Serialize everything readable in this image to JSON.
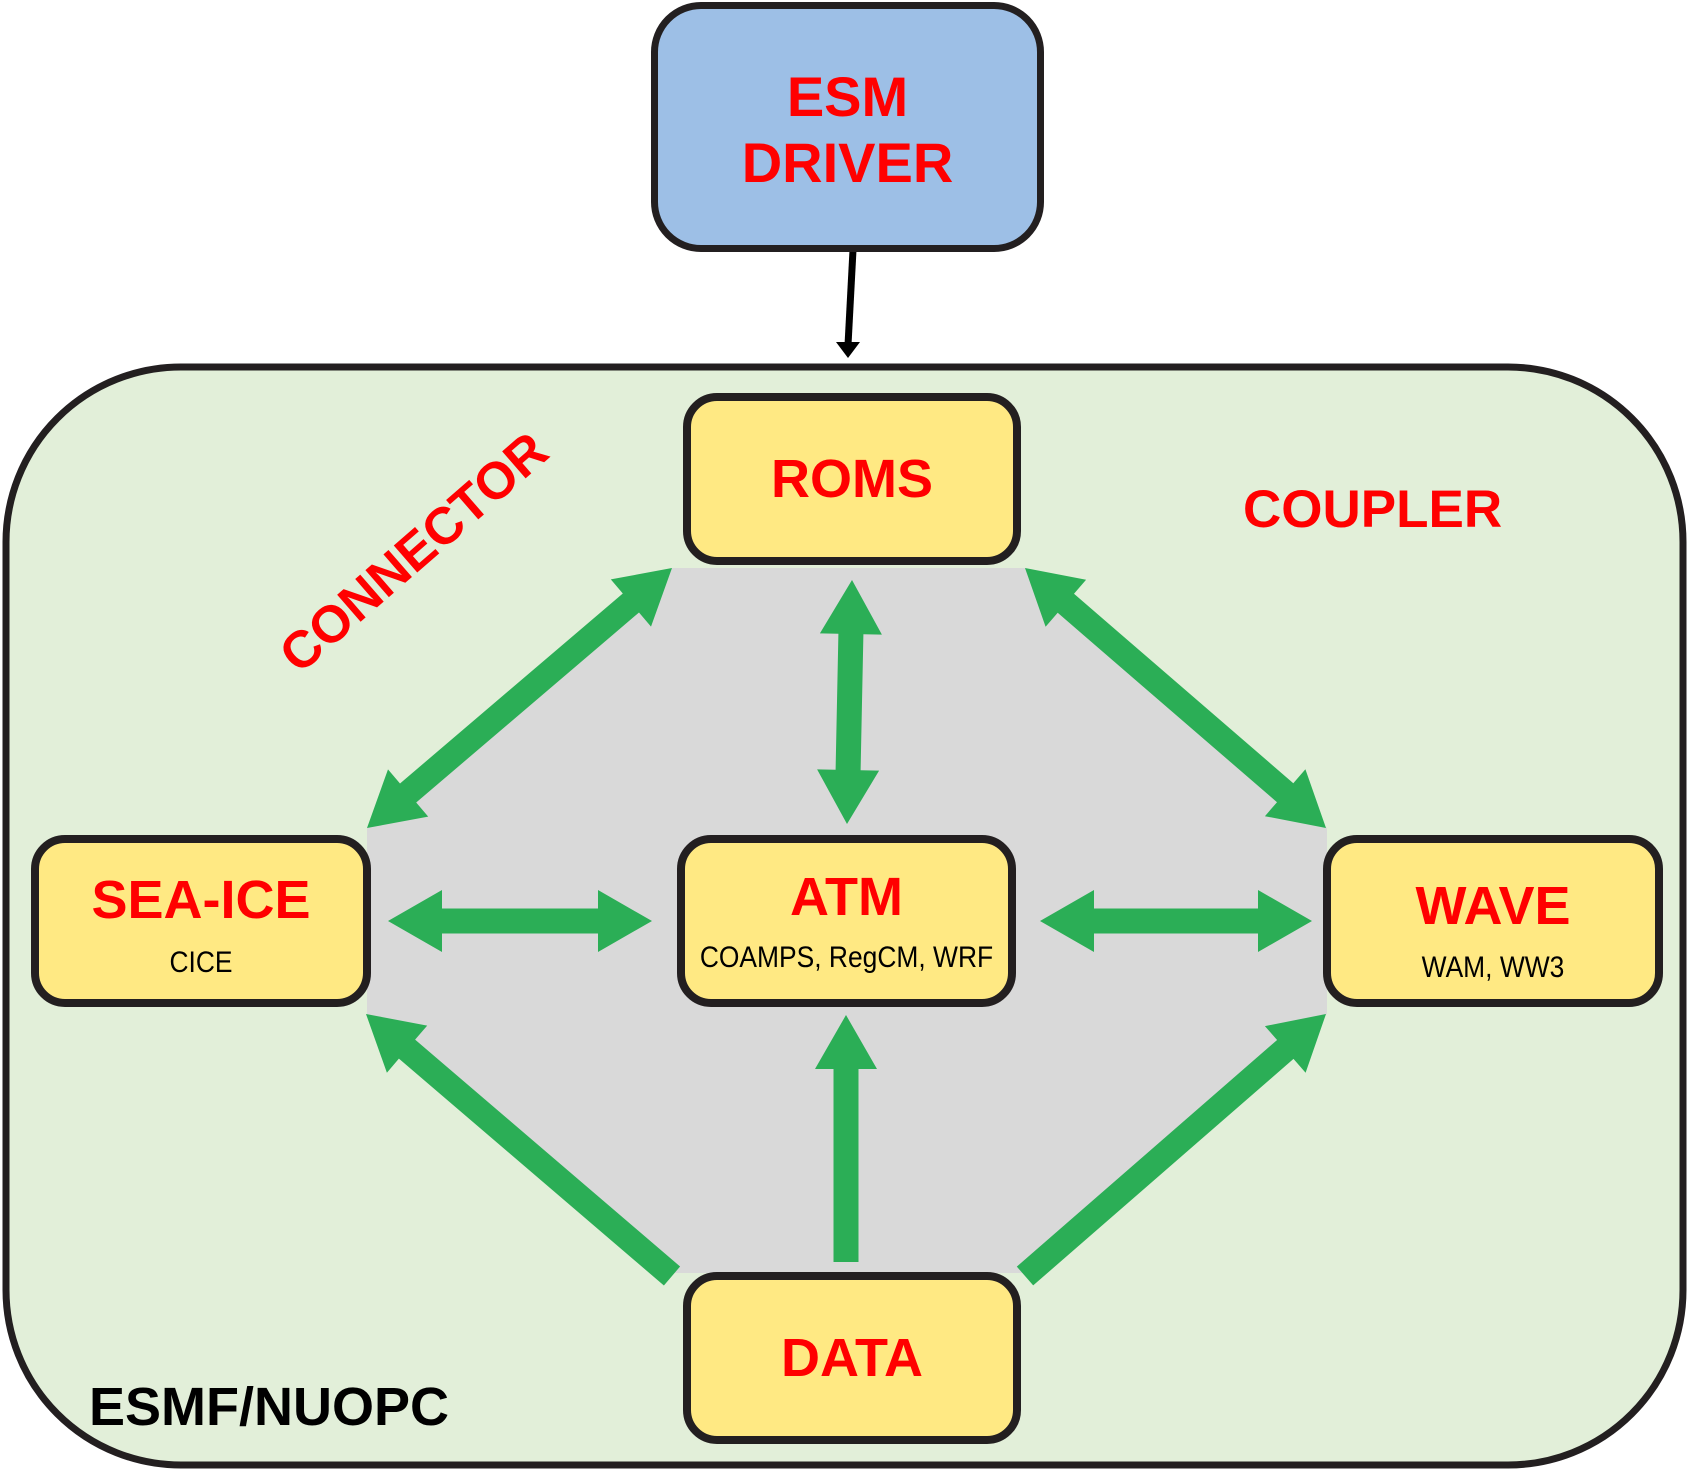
{
  "diagram": {
    "colors": {
      "driver_fill": "#9dbfe6",
      "coupler_fill": "#e2efd9",
      "connector_region_fill": "#d9d9d9",
      "component_fill": "#ffe983",
      "arrow_green": "#2bae56",
      "label_red": "#ff0000",
      "outline": "#231f20"
    },
    "driver": {
      "line1": "ESM",
      "line2": "DRIVER"
    },
    "coupler": {
      "label": "COUPLER",
      "framework_label": "ESMF/NUOPC"
    },
    "connector_label": "CONNECTOR",
    "components": {
      "roms": {
        "title": "ROMS"
      },
      "seaice": {
        "title": "SEA-ICE",
        "models": "CICE"
      },
      "atm": {
        "title": "ATM",
        "models": "COAMPS, RegCM, WRF"
      },
      "wave": {
        "title": "WAVE",
        "models": "WAM, WW3"
      },
      "data": {
        "title": "DATA"
      }
    },
    "edges": [
      {
        "from": "esm-driver",
        "to": "coupler",
        "type": "one-way"
      },
      {
        "from": "roms",
        "to": "seaice",
        "type": "two-way"
      },
      {
        "from": "roms",
        "to": "atm",
        "type": "two-way"
      },
      {
        "from": "roms",
        "to": "wave",
        "type": "two-way"
      },
      {
        "from": "seaice",
        "to": "atm",
        "type": "two-way"
      },
      {
        "from": "atm",
        "to": "wave",
        "type": "two-way"
      },
      {
        "from": "data",
        "to": "seaice",
        "type": "one-way"
      },
      {
        "from": "data",
        "to": "atm",
        "type": "one-way"
      },
      {
        "from": "data",
        "to": "wave",
        "type": "one-way"
      }
    ]
  }
}
